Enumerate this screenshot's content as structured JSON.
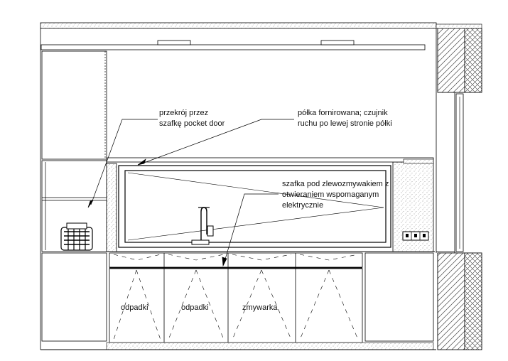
{
  "annotations": {
    "pocket_door": [
      "przekrój przez",
      "szafkę pocket door"
    ],
    "shelf": [
      "półka fornirowana; czujnik",
      "ruchu po lewej stronie półki"
    ],
    "sink_cabinet": [
      "szafka pod zlewozmywakiem z",
      "otwieraniem wspomaganym",
      "elektrycznie"
    ]
  },
  "fronts": [
    "",
    "odpadki",
    "odpadki",
    "zmywarka",
    ""
  ]
}
